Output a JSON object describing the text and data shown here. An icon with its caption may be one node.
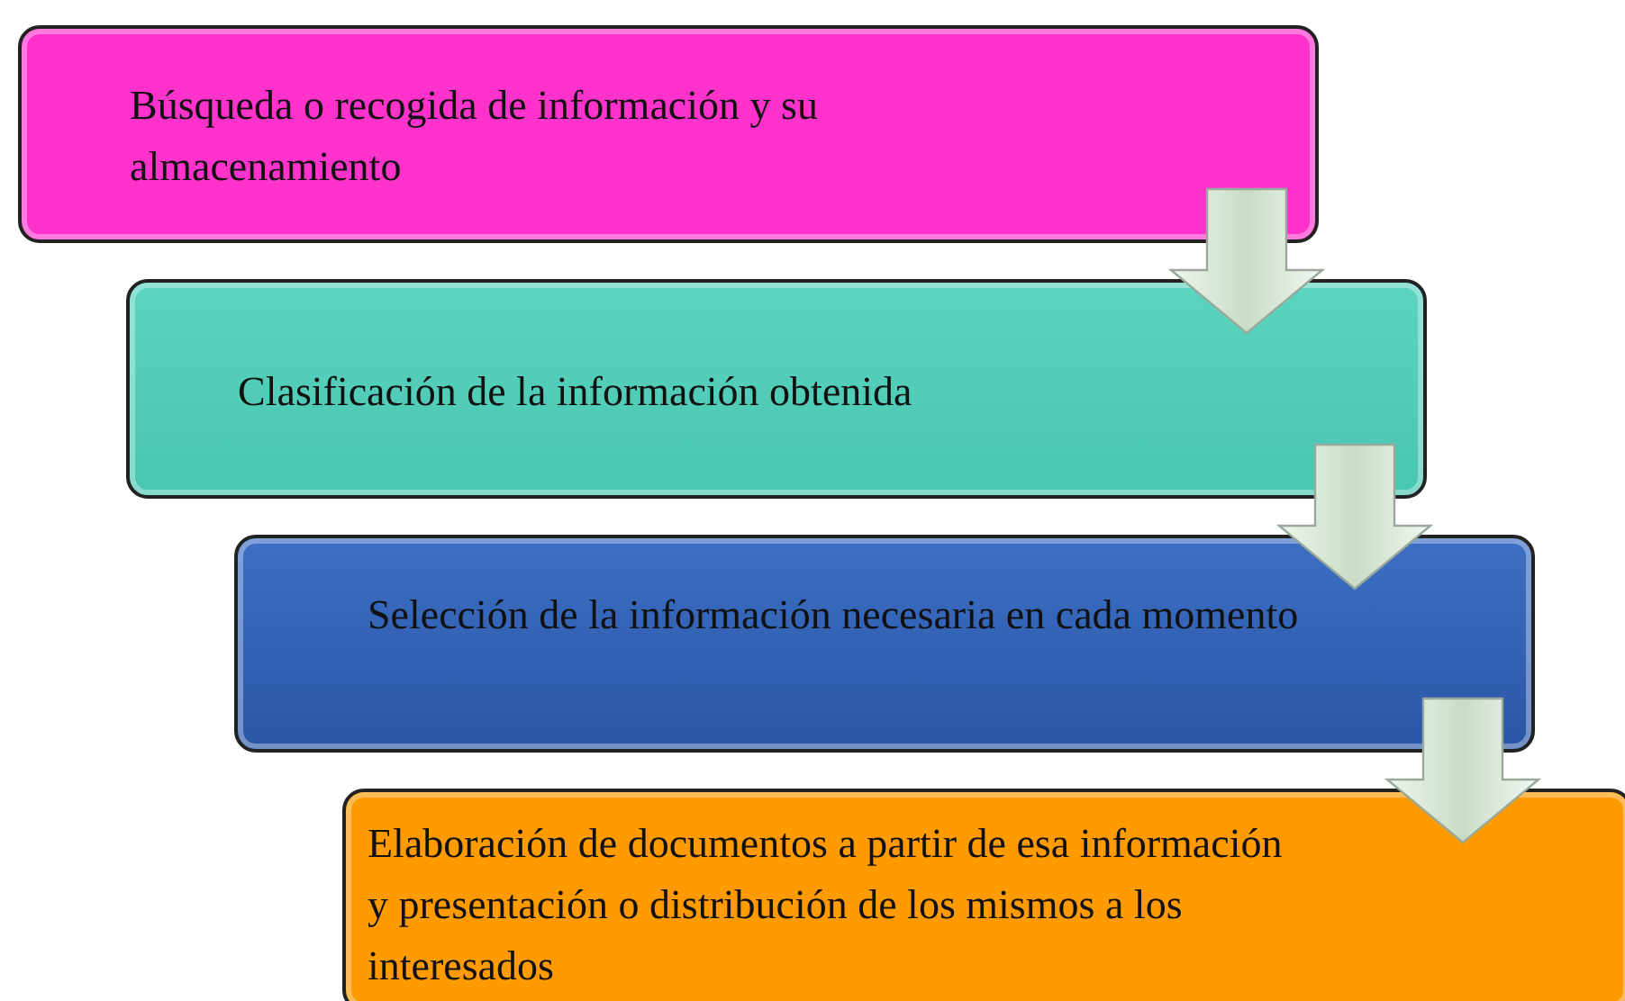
{
  "diagram": {
    "nodes": [
      {
        "text": [
          "Búsqueda o recogida de información y su almacenamiento"
        ]
      },
      {
        "text": [
          "Clasificación de la información obtenida"
        ]
      },
      {
        "text": [
          "Selección de la información necesaria en cada momento"
        ]
      },
      {
        "text": [
          "Elaboración de documentos a partir de esa información y presentación o distribución de los mismos a los interesados"
        ]
      }
    ],
    "edges": [
      {
        "from": 0,
        "to": 1,
        "arrow": "to"
      },
      {
        "from": 1,
        "to": 2,
        "arrow": "to"
      },
      {
        "from": 2,
        "to": 3,
        "arrow": "to"
      }
    ]
  }
}
